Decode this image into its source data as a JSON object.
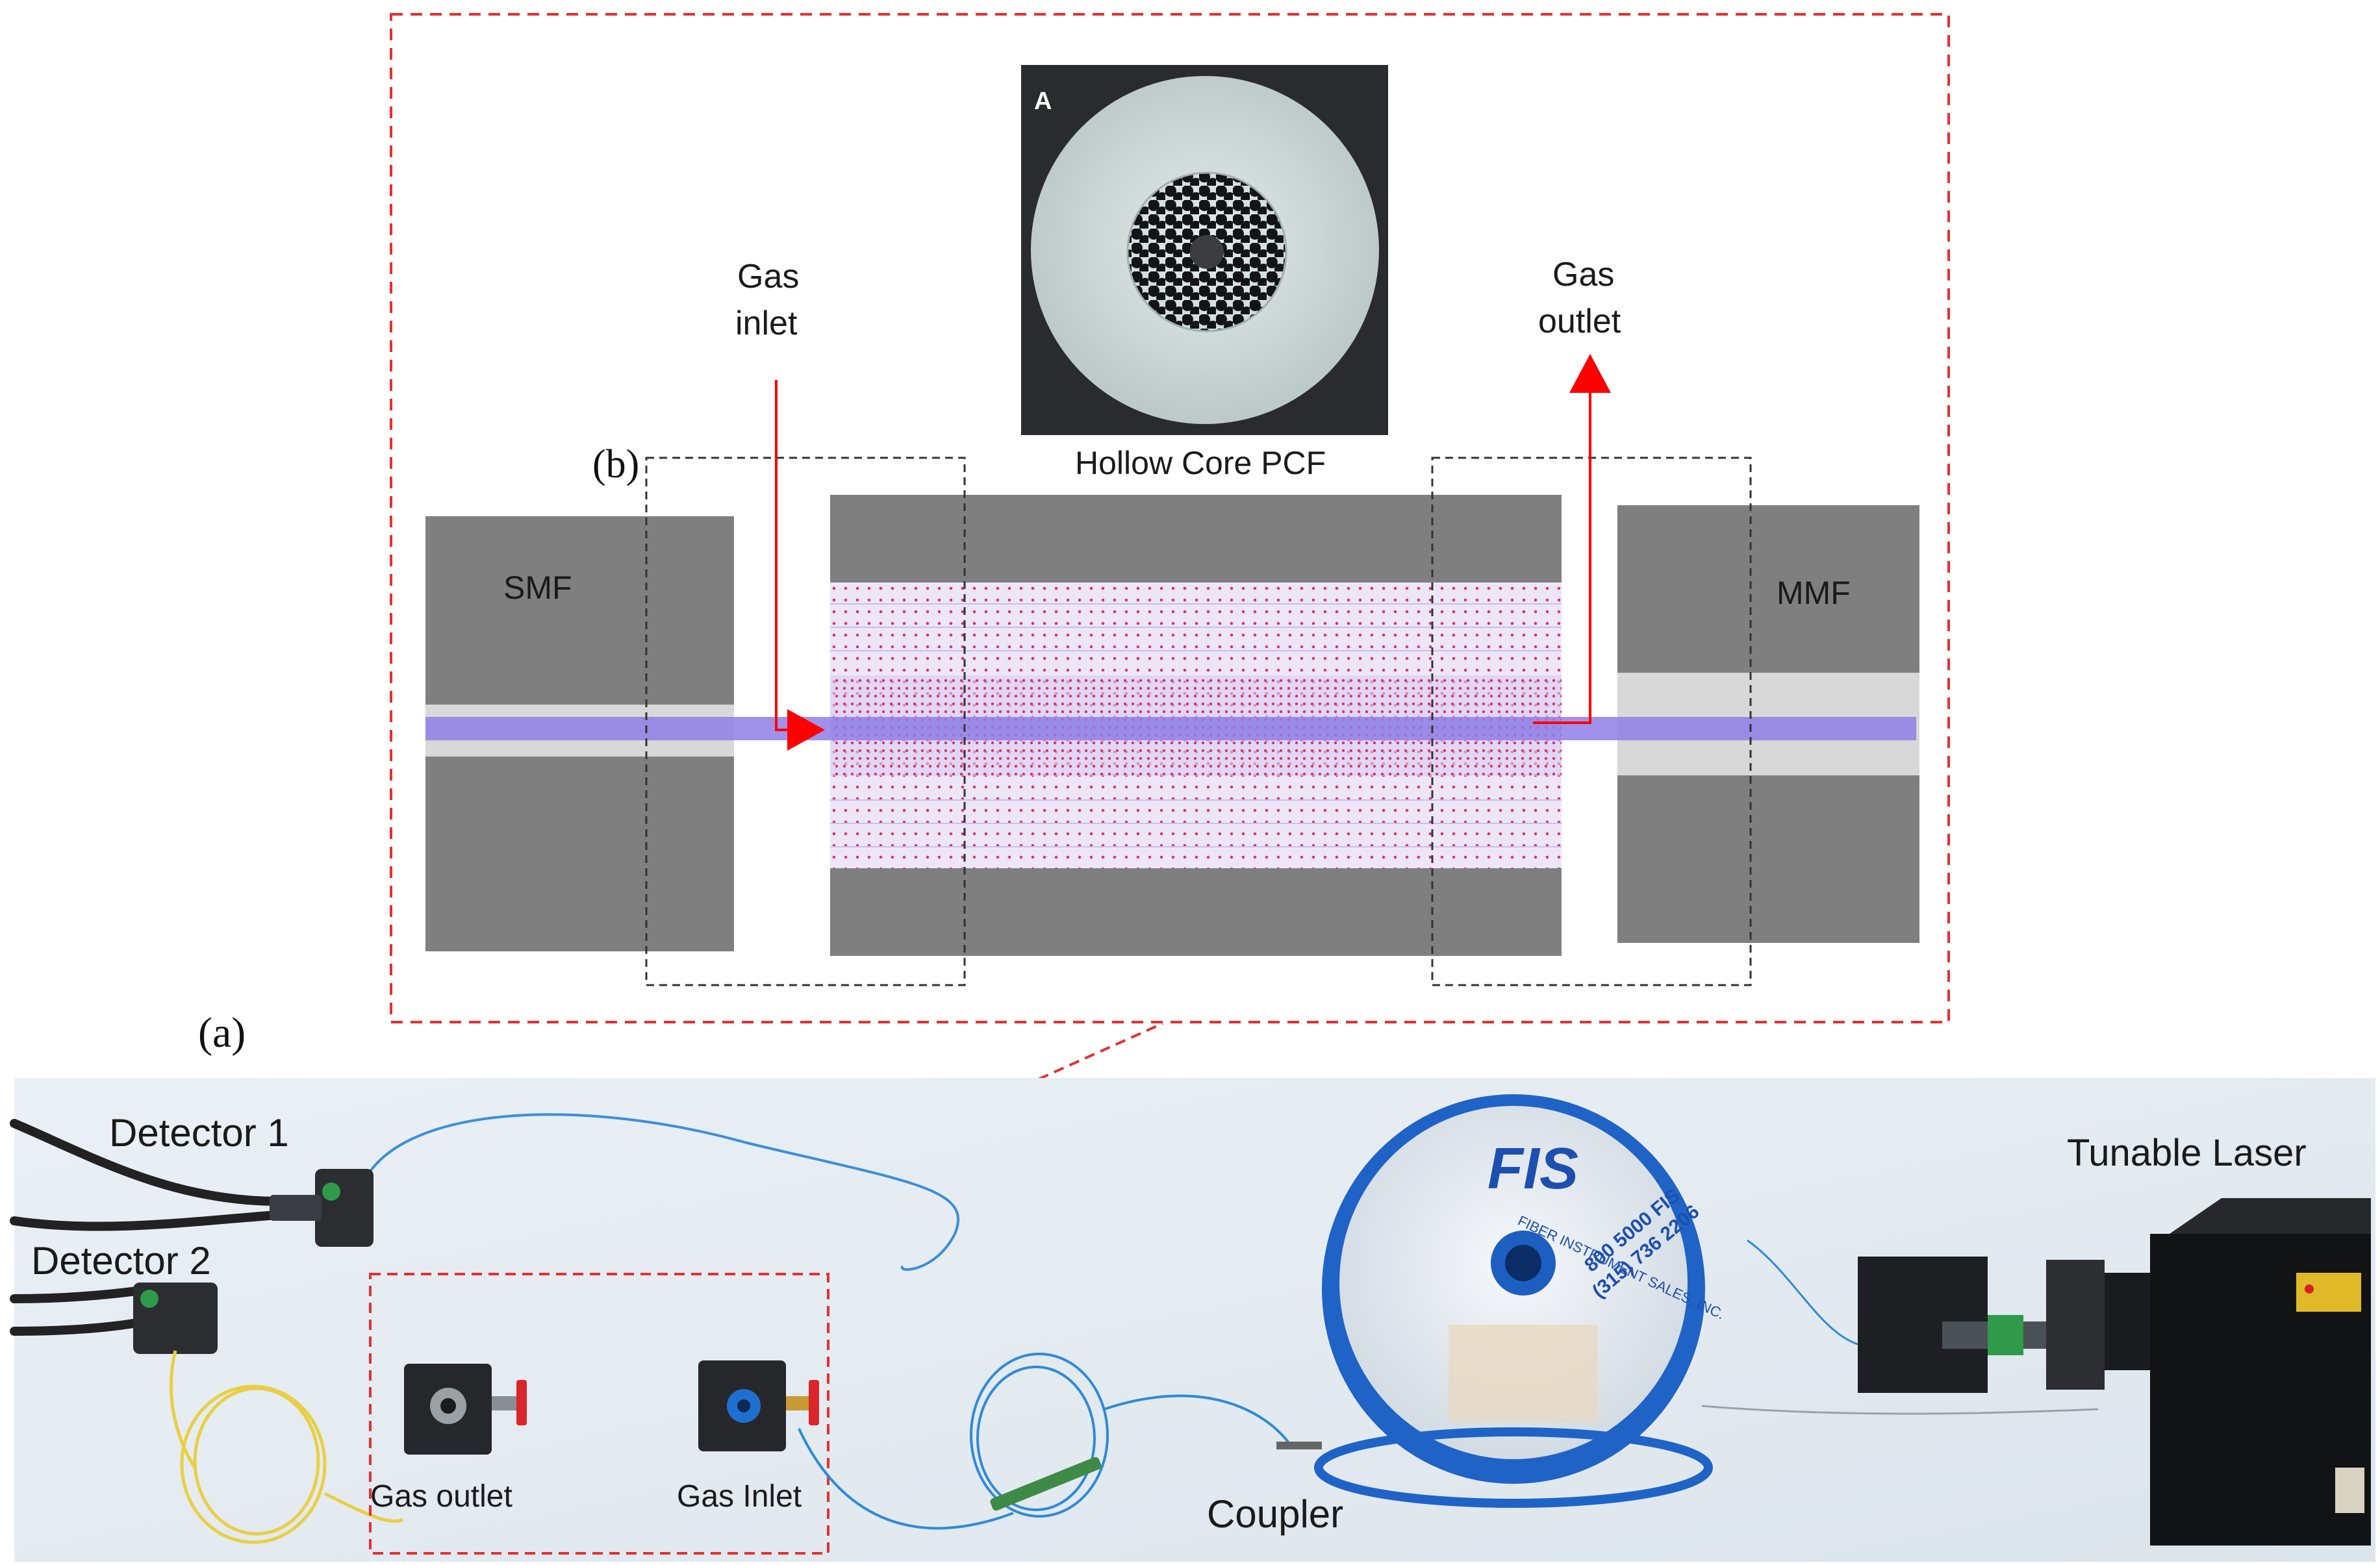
{
  "panel_labels": {
    "a": "(a)",
    "b": "(b)"
  },
  "schematic": {
    "smf_label": "SMF",
    "mmf_label": "MMF",
    "gas_inlet": [
      "Gas",
      "inlet"
    ],
    "gas_outlet": [
      "Gas",
      "outlet"
    ],
    "pcf_caption": "Hollow Core PCF",
    "micrograph_tag": "A"
  },
  "photo": {
    "detector1": "Detector 1",
    "detector2": "Detector 2",
    "gas_outlet": "Gas outlet",
    "gas_inlet": "Gas Inlet",
    "coupler": "Coupler",
    "tunable_laser": "Tunable Laser",
    "spool_brand": "FIS",
    "spool_text": [
      "FIBER INSTRUMENT SALES, INC.",
      "800 5000 FIS",
      "(315) 736 2206"
    ]
  },
  "colors": {
    "cladding_gray": "#7f7f7f",
    "core_light": "#d8d8d8",
    "beam": "#8f7fe6",
    "arrow_red": "#ff0000",
    "dashed_box_red": "#e53030",
    "photo_bg": "#e3ebf1"
  }
}
